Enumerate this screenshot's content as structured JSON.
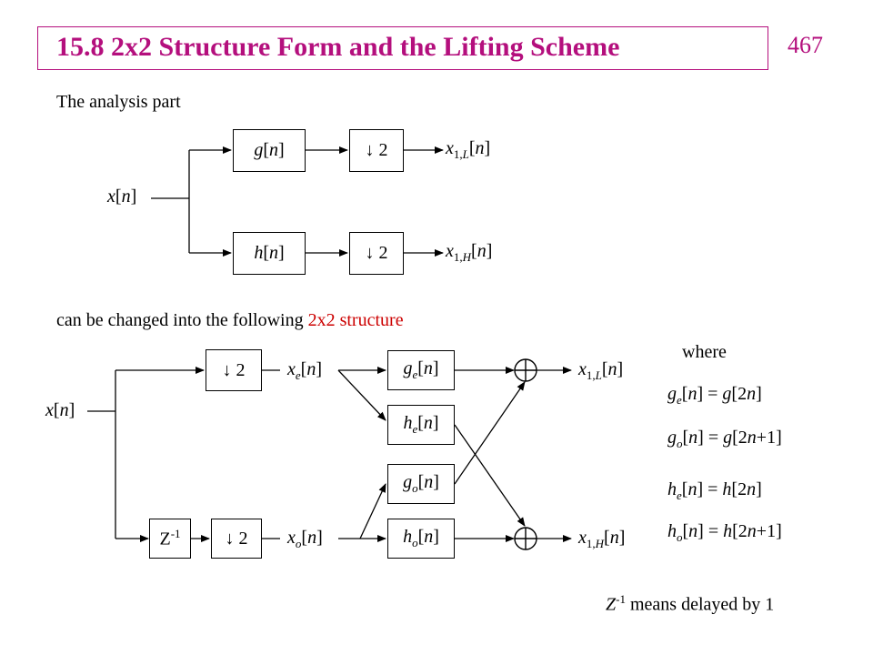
{
  "header": {
    "title": "15.8  2x2 Structure Form and the Lifting Scheme",
    "page_number": "467",
    "accent_color": "#b40f7d"
  },
  "analysis": {
    "caption": "The analysis part",
    "input": "x[n]",
    "filter_g": "g[n]",
    "filter_h": "h[n]",
    "down_top": "↓ 2",
    "down_bottom": "↓ 2",
    "out_low": "x1,L[n]",
    "out_high": "x1,H[n]"
  },
  "transition": {
    "prefix": "can be changed into the following ",
    "highlight": "2x2 structure",
    "highlight_color": "#cc0000"
  },
  "structure": {
    "input": "x[n]",
    "down_top": "↓ 2",
    "down_bottom": "↓ 2",
    "delay": "Z-1",
    "xe": "xe[n]",
    "xo": "xo[n]",
    "ge": "ge[n]",
    "he": "he[n]",
    "go": "go[n]",
    "ho": "ho[n]",
    "out_low": "x1,L[n]",
    "out_high": "x1,H[n]",
    "adder_symbol": "⊕"
  },
  "definitions": {
    "heading": "where",
    "items": [
      "ge[n] = g[2n]",
      "go[n] = g[2n+1]",
      "he[n] = h[2n]",
      "ho[n] = h[2n+1]"
    ]
  },
  "footnote": "Z-1 means delayed by 1"
}
